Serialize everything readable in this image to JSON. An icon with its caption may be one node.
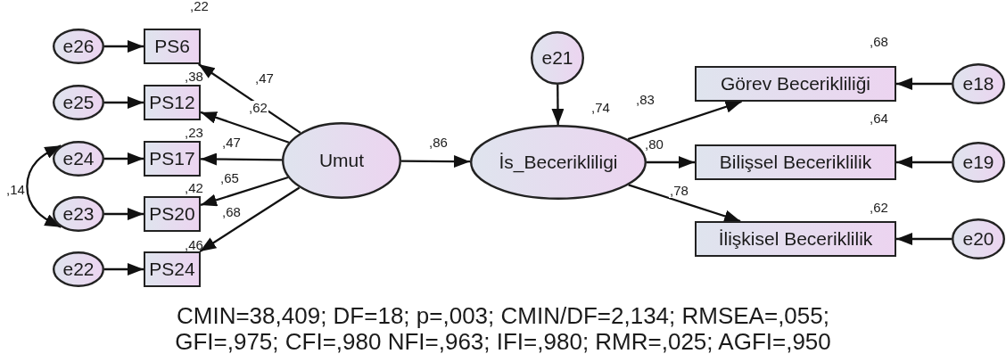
{
  "diagram": {
    "caption": "CMIN=38,409; DF=18; p=,003; CMIN/DF=2,134; RMSEA=,055; GFI=,975; CFI=,980 NFI=,963; IFI=,980; RMR=,025; AGFI=,950",
    "nodes": [
      {
        "text": [
          "e26"
        ]
      },
      {
        "text": [
          "PS6"
        ],
        "beside": [
          ",22"
        ]
      },
      {
        "text": [
          "e25"
        ]
      },
      {
        "text": [
          "PS12"
        ],
        "beside": [
          ",38"
        ]
      },
      {
        "text": [
          "e24"
        ]
      },
      {
        "text": [
          "PS17"
        ],
        "beside": [
          ",23"
        ]
      },
      {
        "text": [
          "e23"
        ]
      },
      {
        "text": [
          "PS20"
        ],
        "beside": [
          ",42"
        ]
      },
      {
        "text": [
          "e22"
        ]
      },
      {
        "text": [
          "PS24"
        ],
        "beside": [
          ",46"
        ]
      },
      {
        "text": [
          "Umut"
        ]
      },
      {
        "text": [
          "e21"
        ]
      },
      {
        "text": [
          "İs_Becerikliligi"
        ],
        "beside": [
          ",74"
        ]
      },
      {
        "text": [
          "Görev Becerikliliği"
        ],
        "beside": [
          ",68"
        ]
      },
      {
        "text": [
          "e18"
        ]
      },
      {
        "text": [
          "Bilişsel Beceriklilik"
        ],
        "beside": [
          ",64"
        ]
      },
      {
        "text": [
          "e19"
        ]
      },
      {
        "text": [
          "İlişkisel Beceriklilik"
        ],
        "beside": [
          ",62"
        ]
      },
      {
        "text": [
          "e20"
        ]
      }
    ],
    "edges": [
      {
        "from": 0,
        "to": 1,
        "arrow": "to"
      },
      {
        "from": 2,
        "to": 3,
        "arrow": "to"
      },
      {
        "from": 4,
        "to": 5,
        "arrow": "to"
      },
      {
        "from": 6,
        "to": 7,
        "arrow": "to"
      },
      {
        "from": 8,
        "to": 9,
        "arrow": "to"
      },
      {
        "from": 10,
        "to": 1,
        "arrow": "to",
        "label": ",47"
      },
      {
        "from": 10,
        "to": 3,
        "arrow": "to",
        "label": ",62"
      },
      {
        "from": 10,
        "to": 5,
        "arrow": "to",
        "label": ",47"
      },
      {
        "from": 10,
        "to": 7,
        "arrow": "to",
        "label": ",65"
      },
      {
        "from": 10,
        "to": 9,
        "arrow": "to",
        "label": ",68"
      },
      {
        "from": 4,
        "to": 6,
        "arrow": "both",
        "label": ",14"
      },
      {
        "from": 10,
        "to": 12,
        "arrow": "to",
        "label": ",86"
      },
      {
        "from": 11,
        "to": 12,
        "arrow": "to"
      },
      {
        "from": 12,
        "to": 13,
        "arrow": "to",
        "label": ",83"
      },
      {
        "from": 12,
        "to": 15,
        "arrow": "to",
        "label": ",80"
      },
      {
        "from": 12,
        "to": 17,
        "arrow": "to",
        "label": ",78"
      },
      {
        "from": 14,
        "to": 13,
        "arrow": "to"
      },
      {
        "from": 16,
        "to": 15,
        "arrow": "to"
      },
      {
        "from": 18,
        "to": 17,
        "arrow": "to"
      }
    ]
  }
}
